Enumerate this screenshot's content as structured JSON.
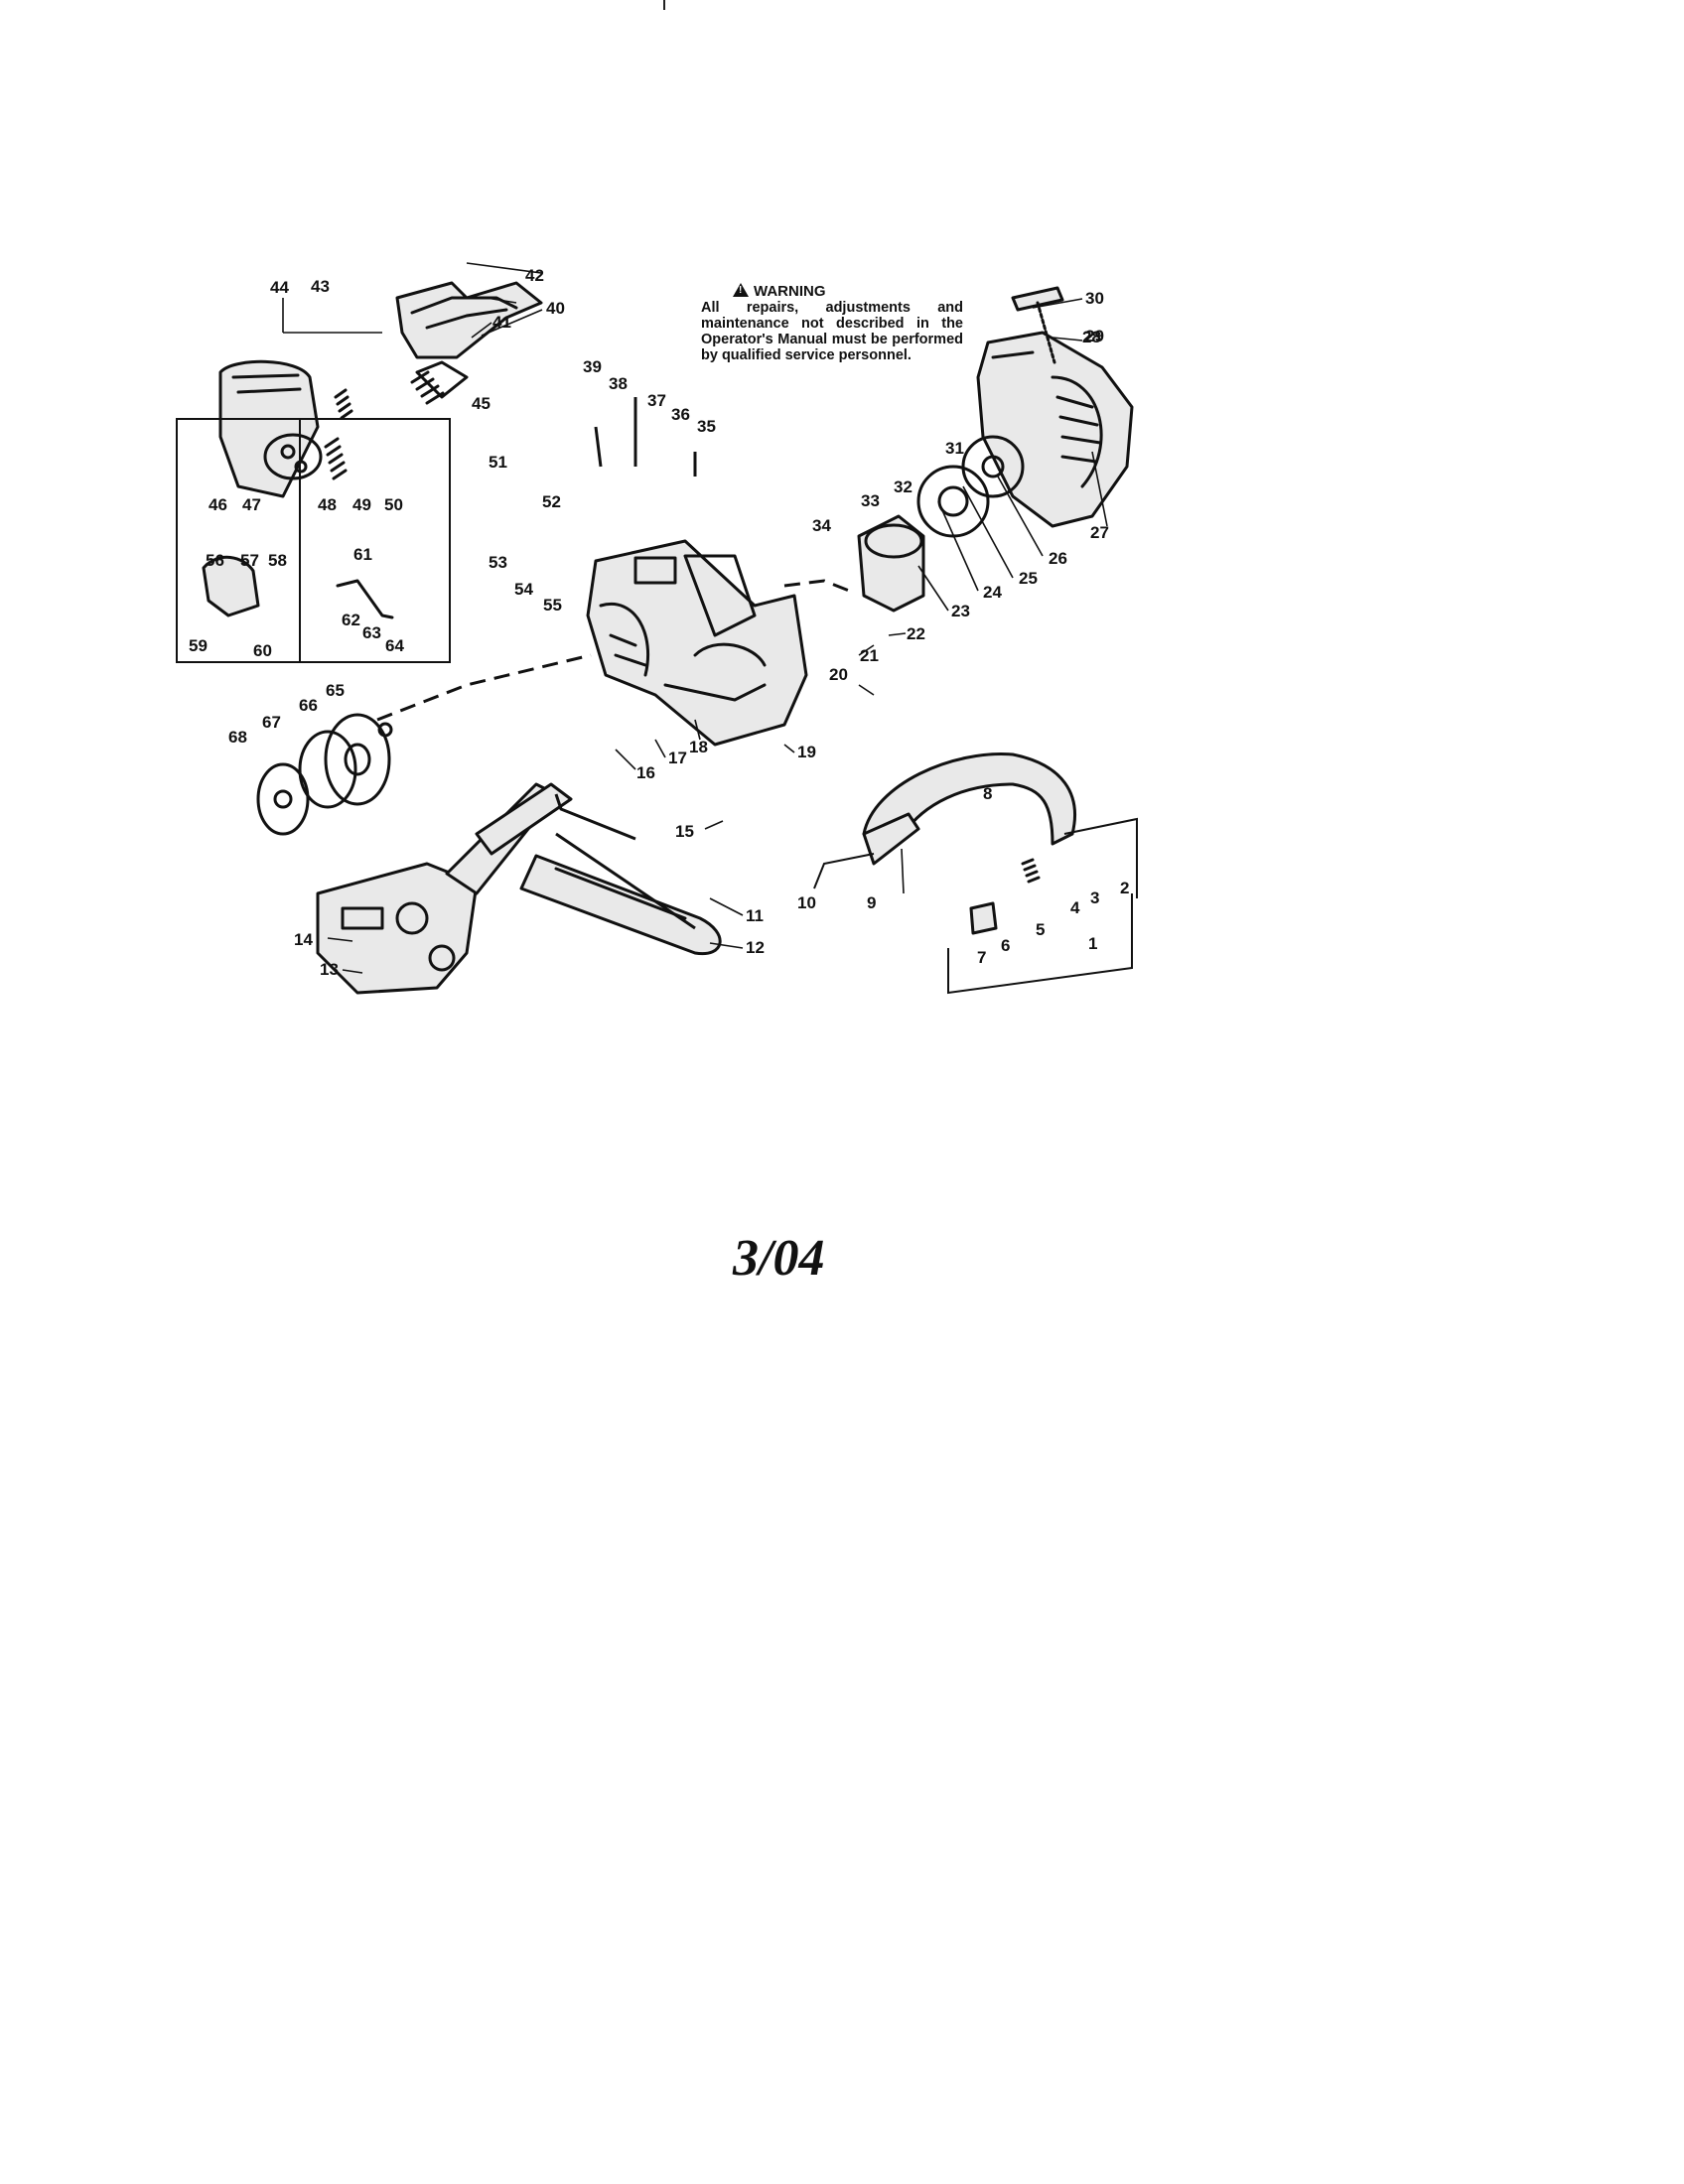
{
  "warning": {
    "title": "WARNING",
    "body": "All repairs, adjustments and maintenance not described in the Operator's Manual must be performed by qualified service personnel."
  },
  "date_stamp": "3/04",
  "callouts": [
    "1",
    "2",
    "3",
    "4",
    "5",
    "6",
    "7",
    "8",
    "9",
    "10",
    "11",
    "12",
    "13",
    "14",
    "15",
    "16",
    "17",
    "18",
    "19",
    "20",
    "21",
    "22",
    "23",
    "24",
    "25",
    "26",
    "27",
    "28",
    "29",
    "30",
    "31",
    "32",
    "33",
    "34",
    "35",
    "36",
    "37",
    "38",
    "39",
    "40",
    "41",
    "42",
    "43",
    "44",
    "45",
    "46",
    "47",
    "48",
    "49",
    "50",
    "51",
    "52",
    "53",
    "54",
    "55",
    "56",
    "57",
    "58",
    "59",
    "60",
    "61",
    "62",
    "63",
    "64",
    "65",
    "66",
    "67",
    "68"
  ]
}
